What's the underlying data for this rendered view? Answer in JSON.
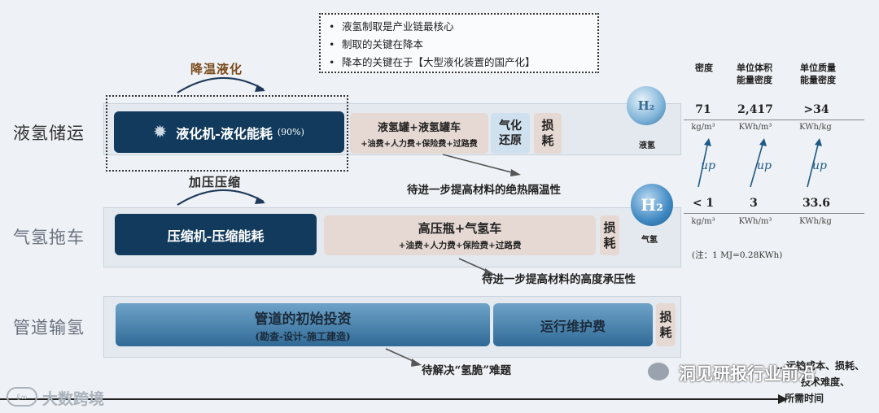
{
  "bullets": [
    "液氢制取是产业链最核心",
    "制取的关键在降本",
    "降本的关键在于【大型液化装置的国产化】"
  ],
  "rows": {
    "liquid": {
      "label": "液氢储运",
      "arrow_label": "降温液化",
      "machine": "液化机-液化能耗",
      "machine_pct": "(90%)",
      "tank_title": "液氢罐+液氢罐车",
      "tank_sub": "+油费+人力费+保险费+过路费",
      "regas": "气化还原",
      "loss": "损耗",
      "note": "待进一步提高材料的绝热隔温性",
      "badge_symbol": "H₂",
      "badge_label": "液氢"
    },
    "tube": {
      "label": "气氢拖车",
      "arrow_label": "加压压缩",
      "machine": "压缩机-压缩能耗",
      "bottle_title": "高压瓶+气氢车",
      "bottle_sub": "+油费+人力费+保险费+过路费",
      "loss": "损耗",
      "note": "待进一步提高材料的高度承压性",
      "badge_symbol": "H₂",
      "badge_label": "气氢"
    },
    "pipeline": {
      "label": "管道输氢",
      "invest_title": "管道的初始投资",
      "invest_sub": "(勘查-设计-施工建造)",
      "maint": "运行维护费",
      "loss": "损耗",
      "note": "待解决“氢脆”难题"
    }
  },
  "table": {
    "headers": [
      "密度",
      "单位体积能量密度",
      "单位质量能量密度"
    ],
    "liquid_values": [
      "71",
      "2,417",
      ">34"
    ],
    "liquid_units": [
      "kg/m³",
      "KWh/m³",
      "KWh/kg"
    ],
    "up_label": "up",
    "gas_values": [
      "< 1",
      "3",
      "33.6"
    ],
    "gas_units": [
      "kg/m³",
      "KWh/m³",
      "KWh/kg"
    ],
    "footnote": "(注：1 MJ=0.28KWh)"
  },
  "footer": {
    "left_logo": "大数跨境",
    "wechat": "洞见研报行业前沿",
    "axis_label_1": "…运输成本、损耗、",
    "axis_label_2": "技术难度、",
    "axis_label_3": "所需时间"
  },
  "colors": {
    "navy": "#113a5c",
    "beige": "#e6d9d3",
    "sky": "#cfe0ee",
    "pipe": "#2f6a96"
  }
}
